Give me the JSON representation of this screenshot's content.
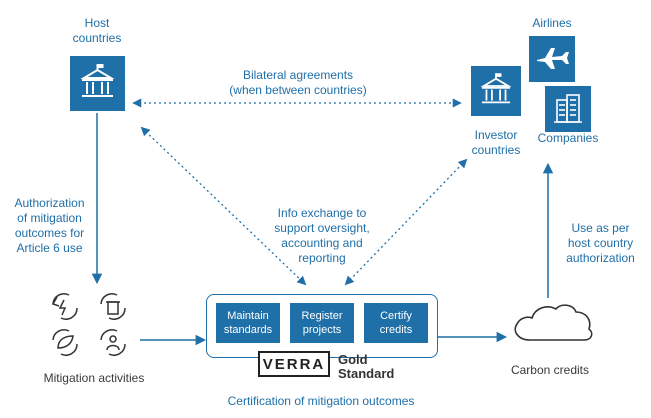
{
  "host": {
    "label": "Host\ncountries"
  },
  "investor": {
    "label": "Investor\ncountries"
  },
  "airlines": {
    "label": "Airlines"
  },
  "companies": {
    "label": "Companies"
  },
  "bilateral": {
    "label": "Bilateral agreements\n(when between countries)"
  },
  "info_exchange": {
    "label": "Info exchange to\nsupport oversight,\naccounting and\nreporting"
  },
  "authorization": {
    "label": "Authorization\nof mitigation\noutcomes for\nArticle 6 use"
  },
  "use_as_per": {
    "label": "Use as per\nhost country\nauthorization"
  },
  "mitigation": {
    "label": "Mitigation activities"
  },
  "carbon": {
    "label": "Carbon credits"
  },
  "certification": {
    "label": "Certification of mitigation outcomes",
    "steps": [
      "Maintain\nstandards",
      "Register\nprojects",
      "Certify\ncredits"
    ],
    "logos": {
      "verra": "VERRA",
      "gold": "Gold\nStandard"
    }
  },
  "colors": {
    "accent": "#1f6fa8",
    "text_dark": "#3a3a3a"
  },
  "icons": [
    "government-building-icon",
    "airplane-icon",
    "office-building-icon",
    "recycle-energy-icon",
    "recycle-bin-icon",
    "recycle-leaf-icon",
    "recycle-people-icon",
    "cloud-icon"
  ]
}
